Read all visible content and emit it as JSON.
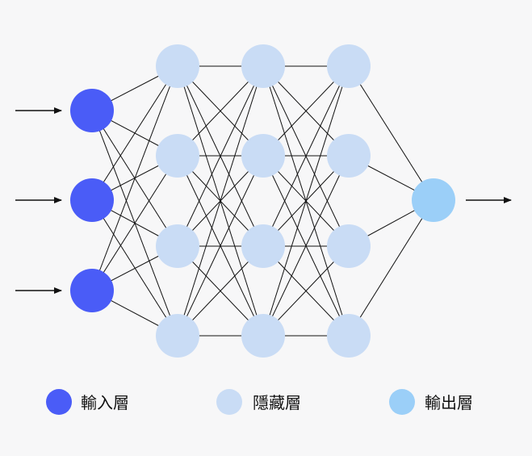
{
  "network": {
    "layers": [
      {
        "role": "input",
        "count": 3
      },
      {
        "role": "hidden",
        "count": 4
      },
      {
        "role": "hidden",
        "count": 4
      },
      {
        "role": "hidden",
        "count": 4
      },
      {
        "role": "output",
        "count": 1
      }
    ],
    "connectivity": "fully-connected",
    "input_arrows": 3,
    "output_arrows": 1
  },
  "colors": {
    "input": "#4a5cf7",
    "hidden": "#c9dcf5",
    "output": "#9bcff8",
    "edge": "#111111",
    "background": "#f7f7f8"
  },
  "legend": {
    "input_label": "輸入層",
    "hidden_label": "隱藏層",
    "output_label": "輸出層"
  }
}
